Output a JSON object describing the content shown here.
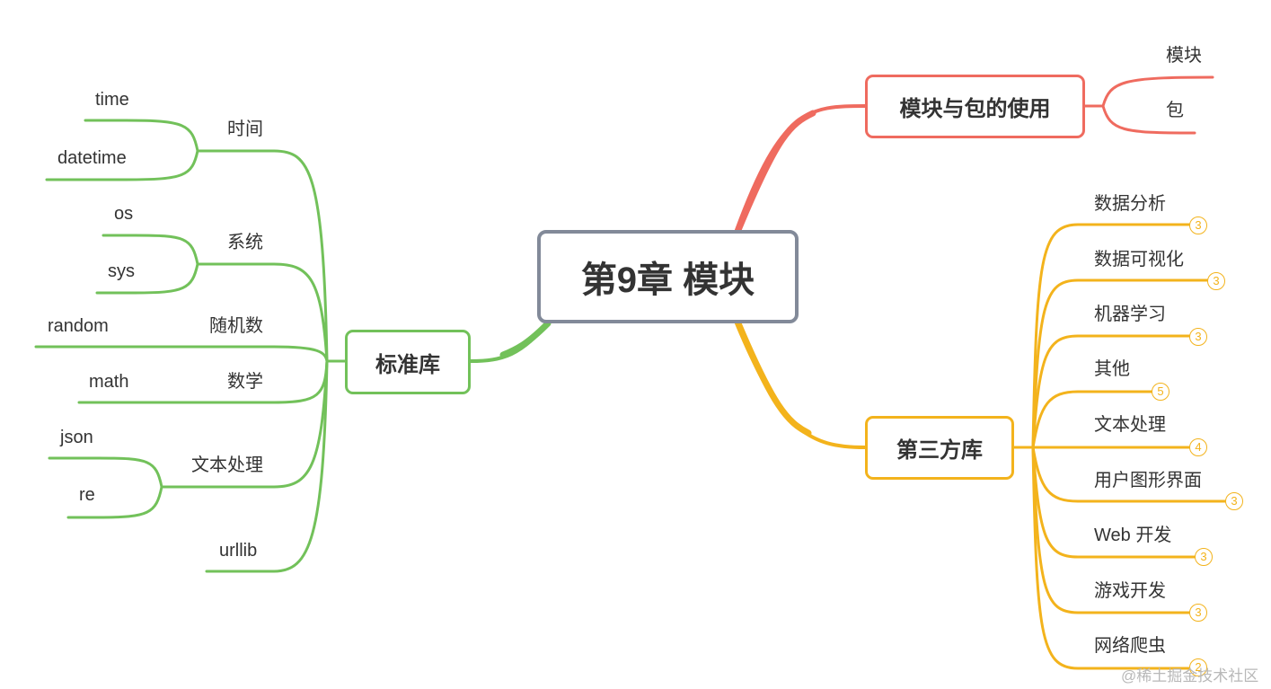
{
  "root": {
    "title": "第9章 模块"
  },
  "branch_module": {
    "title": "模块与包的使用",
    "color": "#ef6b5f",
    "children": [
      "模块",
      "包"
    ]
  },
  "branch_stdlib": {
    "title": "标准库",
    "color": "#72c15a",
    "groups": [
      {
        "label": "时间",
        "children": [
          "time",
          "datetime"
        ]
      },
      {
        "label": "系统",
        "children": [
          "os",
          "sys"
        ]
      },
      {
        "label": "随机数",
        "children": [
          "random"
        ]
      },
      {
        "label": "数学",
        "children": [
          "math"
        ]
      },
      {
        "label": "文本处理",
        "children": [
          "json",
          "re"
        ]
      },
      {
        "label": "urllib",
        "children": []
      }
    ]
  },
  "branch_third": {
    "title": "第三方库",
    "color": "#f3b31c",
    "items": [
      {
        "label": "数据分析",
        "count": "3"
      },
      {
        "label": "数据可视化",
        "count": "3"
      },
      {
        "label": "机器学习",
        "count": "3"
      },
      {
        "label": "其他",
        "count": "5"
      },
      {
        "label": "文本处理",
        "count": "4"
      },
      {
        "label": "用户图形界面",
        "count": "3"
      },
      {
        "label": "Web 开发",
        "count": "3"
      },
      {
        "label": "游戏开发",
        "count": "3"
      },
      {
        "label": "网络爬虫",
        "count": "2"
      }
    ]
  },
  "watermark": "@稀土掘金技术社区",
  "root_color": "#828a99"
}
